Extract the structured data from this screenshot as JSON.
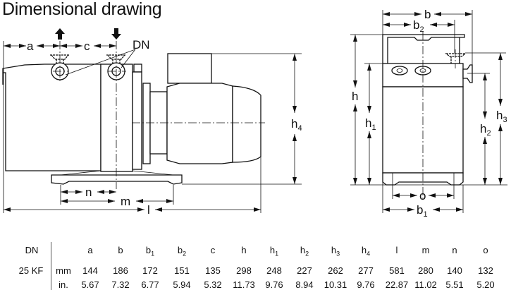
{
  "title": "Dimensional drawing",
  "labels": {
    "a": "a",
    "c": "c",
    "dn": "DN",
    "h4": "h",
    "h4_sub": "4",
    "n": "n",
    "m": "m",
    "l": "l",
    "b": "b",
    "b2": "b",
    "b2_sub": "2",
    "h": "h",
    "h1": "h",
    "h1_sub": "1",
    "h2": "h",
    "h2_sub": "2",
    "h3": "h",
    "h3_sub": "3",
    "o": "o",
    "b1": "b",
    "b1_sub": "1"
  },
  "table": {
    "header": {
      "first": "DN",
      "columns": [
        {
          "base": "a",
          "sub": ""
        },
        {
          "base": "b",
          "sub": ""
        },
        {
          "base": "b",
          "sub": "1"
        },
        {
          "base": "b",
          "sub": "2"
        },
        {
          "base": "c",
          "sub": ""
        },
        {
          "base": "h",
          "sub": ""
        },
        {
          "base": "h",
          "sub": "1"
        },
        {
          "base": "h",
          "sub": "2"
        },
        {
          "base": "h",
          "sub": "3"
        },
        {
          "base": "h",
          "sub": "4"
        },
        {
          "base": "l",
          "sub": ""
        },
        {
          "base": "m",
          "sub": ""
        },
        {
          "base": "n",
          "sub": ""
        },
        {
          "base": "o",
          "sub": ""
        }
      ]
    },
    "rows": [
      {
        "dn": "25 KF",
        "unit": "mm",
        "values": [
          "144",
          "186",
          "172",
          "151",
          "135",
          "298",
          "248",
          "227",
          "262",
          "277",
          "581",
          "280",
          "140",
          "132"
        ]
      },
      {
        "dn": "",
        "unit": "in.",
        "values": [
          "5.67",
          "7.32",
          "6.77",
          "5.94",
          "5.32",
          "11.73",
          "9.76",
          "8.94",
          "10.31",
          "9.76",
          "22.87",
          "11.02",
          "5.51",
          "5.20"
        ]
      }
    ]
  }
}
